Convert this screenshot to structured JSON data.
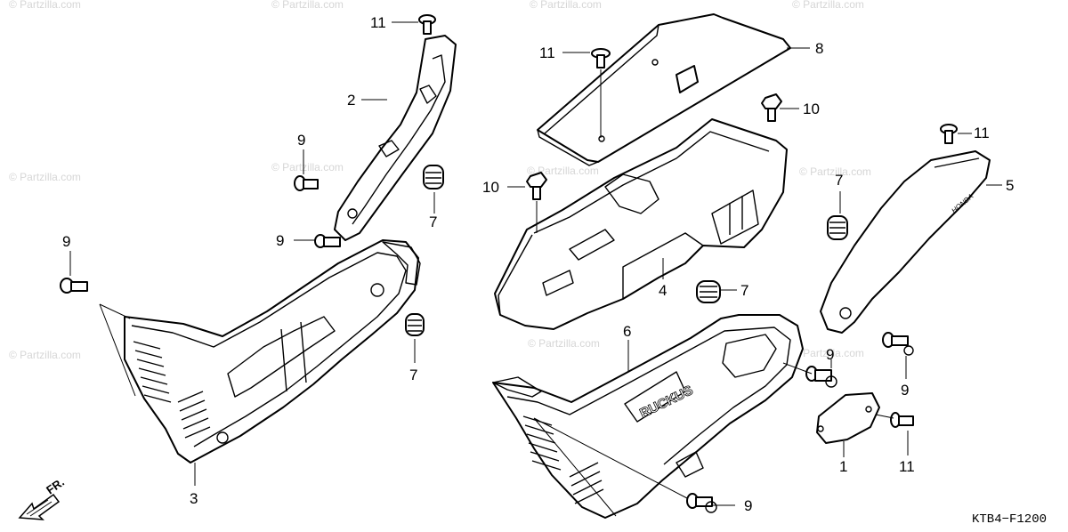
{
  "watermark": "© Partzilla.com",
  "diagram_code": "KTB4−F1200",
  "front_arrow": "FR.",
  "emboss_logo": "RUCKUS",
  "brand_mark": "HONDA",
  "callouts": {
    "c11a": "11",
    "c2": "2",
    "c9a": "9",
    "c7a": "7",
    "c9b": "9",
    "c9c": "9",
    "c3": "3",
    "c7b": "7",
    "c11b": "11",
    "c8": "8",
    "c10a": "10",
    "c10b": "10",
    "c4": "4",
    "c7c": "7",
    "c6": "6",
    "c11c": "11",
    "c5": "5",
    "c7d": "7",
    "c9d": "9",
    "c9e": "9",
    "c1": "1",
    "c11d": "11",
    "c9f": "9"
  }
}
